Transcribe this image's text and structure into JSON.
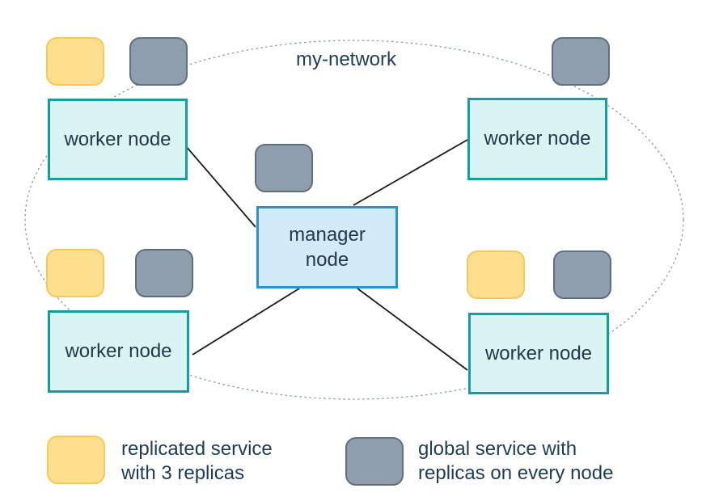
{
  "diagram": {
    "network_label": "my-network",
    "manager_node": {
      "label": "manager\nnode"
    },
    "worker_nodes": [
      {
        "label": "worker node",
        "position": "top-left"
      },
      {
        "label": "worker node",
        "position": "top-right"
      },
      {
        "label": "worker node",
        "position": "bottom-left"
      },
      {
        "label": "worker node",
        "position": "bottom-right"
      }
    ]
  },
  "legend": {
    "replicated": {
      "label": "replicated service\nwith 3 replicas"
    },
    "global": {
      "label": "global service with\nreplicas on every node"
    }
  },
  "colors": {
    "worker_fill": "#D9F4F3",
    "worker_border": "#11A0A2",
    "manager_fill": "#D3EBF9",
    "manager_border": "#2295D3",
    "replicated_fill": "#FDDF8E",
    "replicated_border": "#F8C858",
    "global_fill": "#8E9EAC",
    "global_border": "#5E7080",
    "boundary": "#8799A7",
    "connector": "#1A1A1A",
    "text_navy": "#1E3C5A",
    "text_slate": "#24384A"
  }
}
